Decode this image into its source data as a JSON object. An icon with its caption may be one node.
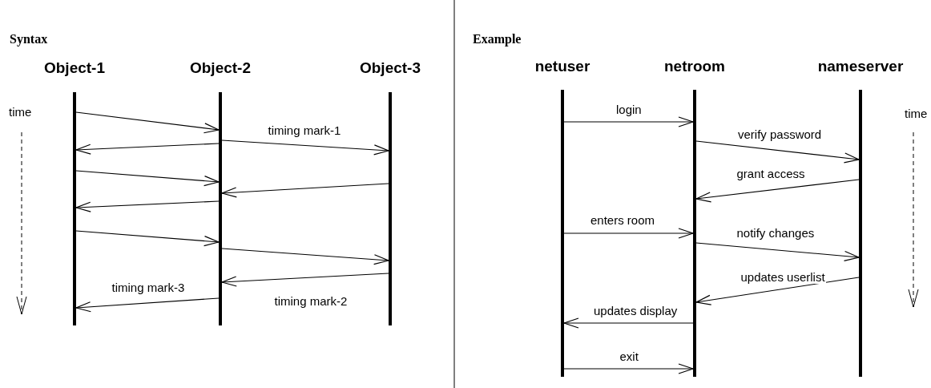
{
  "diagram": {
    "nodes": [
      {
        "text": [
          "Object-1"
        ]
      },
      {
        "text": [
          "Object-2"
        ]
      },
      {
        "text": [
          "Object-3"
        ]
      },
      {
        "text": [
          "netuser"
        ]
      },
      {
        "text": [
          "netroom"
        ]
      },
      {
        "text": [
          "nameserver"
        ]
      }
    ],
    "edges": [
      {
        "from": 0,
        "to": 1,
        "arrow": "to"
      },
      {
        "from": 1,
        "to": 2,
        "arrow": "to",
        "label": "timing mark-1"
      },
      {
        "from": 1,
        "to": 0,
        "arrow": "to"
      },
      {
        "from": 0,
        "to": 1,
        "arrow": "to"
      },
      {
        "from": 2,
        "to": 1,
        "arrow": "to"
      },
      {
        "from": 1,
        "to": 0,
        "arrow": "to"
      },
      {
        "from": 0,
        "to": 1,
        "arrow": "to"
      },
      {
        "from": 1,
        "to": 2,
        "arrow": "to"
      },
      {
        "from": 2,
        "to": 1,
        "arrow": "to",
        "label": "timing mark-2"
      },
      {
        "from": 1,
        "to": 0,
        "arrow": "to",
        "label": "timing mark-3"
      },
      {
        "from": 3,
        "to": 4,
        "arrow": "to",
        "label": "login"
      },
      {
        "from": 4,
        "to": 5,
        "arrow": "to",
        "label": "verify password"
      },
      {
        "from": 5,
        "to": 4,
        "arrow": "to",
        "label": "grant access"
      },
      {
        "from": 3,
        "to": 4,
        "arrow": "to",
        "label": "enters room"
      },
      {
        "from": 4,
        "to": 5,
        "arrow": "to",
        "label": "notify changes"
      },
      {
        "from": 5,
        "to": 4,
        "arrow": "to",
        "label": "updates userlist"
      },
      {
        "from": 4,
        "to": 3,
        "arrow": "to",
        "label": "updates display"
      },
      {
        "from": 3,
        "to": 4,
        "arrow": "to",
        "label": "exit"
      }
    ],
    "labels": [
      "Syntax",
      "Example",
      "time",
      "time"
    ]
  }
}
